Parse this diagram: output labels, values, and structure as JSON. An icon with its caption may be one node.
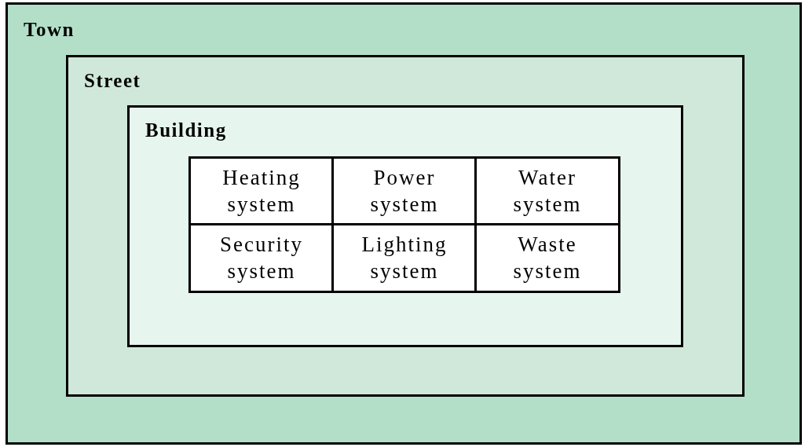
{
  "diagram": {
    "nodes": [
      {
        "text": [
          "Town"
        ]
      },
      {
        "text": [
          "Street"
        ],
        "in": 0
      },
      {
        "text": [
          "Building"
        ],
        "in": 1
      },
      {
        "text": [
          "Heating system"
        ],
        "in": 2
      },
      {
        "text": [
          "Power system"
        ],
        "in": 2
      },
      {
        "text": [
          "Water system"
        ],
        "in": 2
      },
      {
        "text": [
          "Security system"
        ],
        "in": 2
      },
      {
        "text": [
          "Lighting system"
        ],
        "in": 2
      },
      {
        "text": [
          "Waste system"
        ],
        "in": 2
      }
    ]
  }
}
